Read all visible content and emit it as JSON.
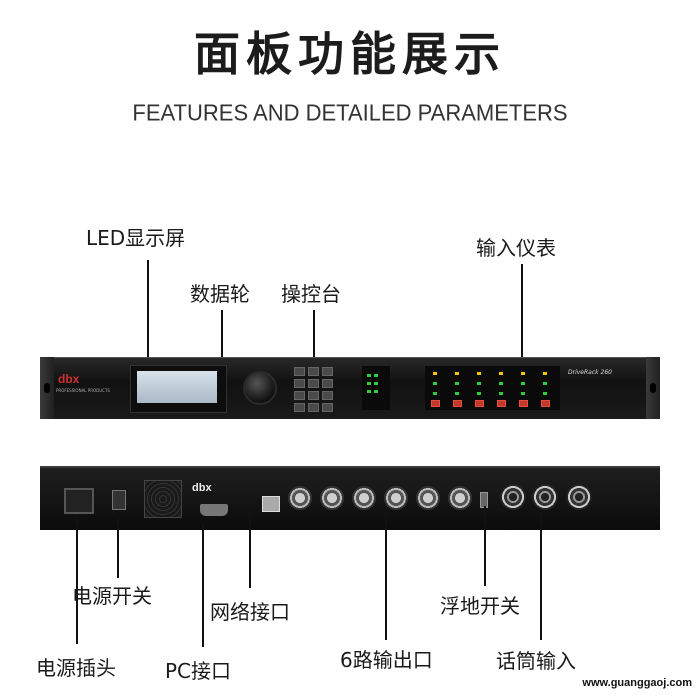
{
  "header": {
    "title": "面板功能展示",
    "subtitle": "FEATURES AND DETAILED PARAMETERS"
  },
  "front_panel": {
    "brand": "dbx",
    "brand_sub": "PROFESSIONAL PRODUCTS",
    "model": "DriveRack 260",
    "labels": {
      "led_display": "LED显示屏",
      "data_wheel": "数据轮",
      "control_panel": "操控台",
      "input_meter": "输入仪表"
    }
  },
  "rear_panel": {
    "brand": "dbx",
    "labels": {
      "power_switch": "电源开关",
      "network_port": "网络接口",
      "ground_lift": "浮地开关",
      "power_socket": "电源插头",
      "pc_port": "PC接口",
      "six_outputs": "6路输出口",
      "mic_input": "话筒输入"
    }
  },
  "watermark": "www.guanggaoj.com"
}
